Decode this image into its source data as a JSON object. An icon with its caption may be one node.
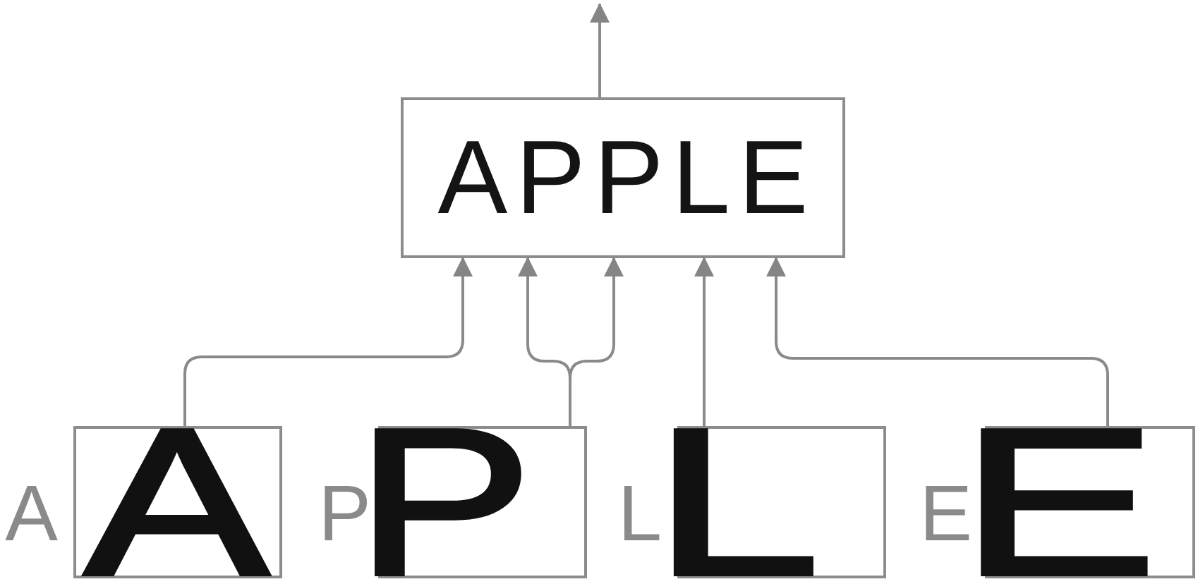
{
  "diagram": {
    "nodes": [
      {
        "text": [
          "APPLE"
        ]
      },
      {
        "text": [
          "A"
        ],
        "beside": [
          "A"
        ]
      },
      {
        "text": [
          "P"
        ],
        "beside": [
          "P"
        ]
      },
      {
        "text": [
          "L"
        ],
        "beside": [
          "L"
        ]
      },
      {
        "text": [
          "E"
        ],
        "beside": [
          "E"
        ]
      }
    ],
    "edges": [
      {
        "from": 1,
        "to": 0,
        "arrow": "to"
      },
      {
        "from": 2,
        "to": 0,
        "arrow": "to"
      },
      {
        "from": 2,
        "to": 0,
        "arrow": "to"
      },
      {
        "from": 3,
        "to": 0,
        "arrow": "to"
      },
      {
        "from": 4,
        "to": 0,
        "arrow": "to"
      },
      {
        "from": 0,
        "to": null,
        "arrow": "to"
      }
    ]
  }
}
